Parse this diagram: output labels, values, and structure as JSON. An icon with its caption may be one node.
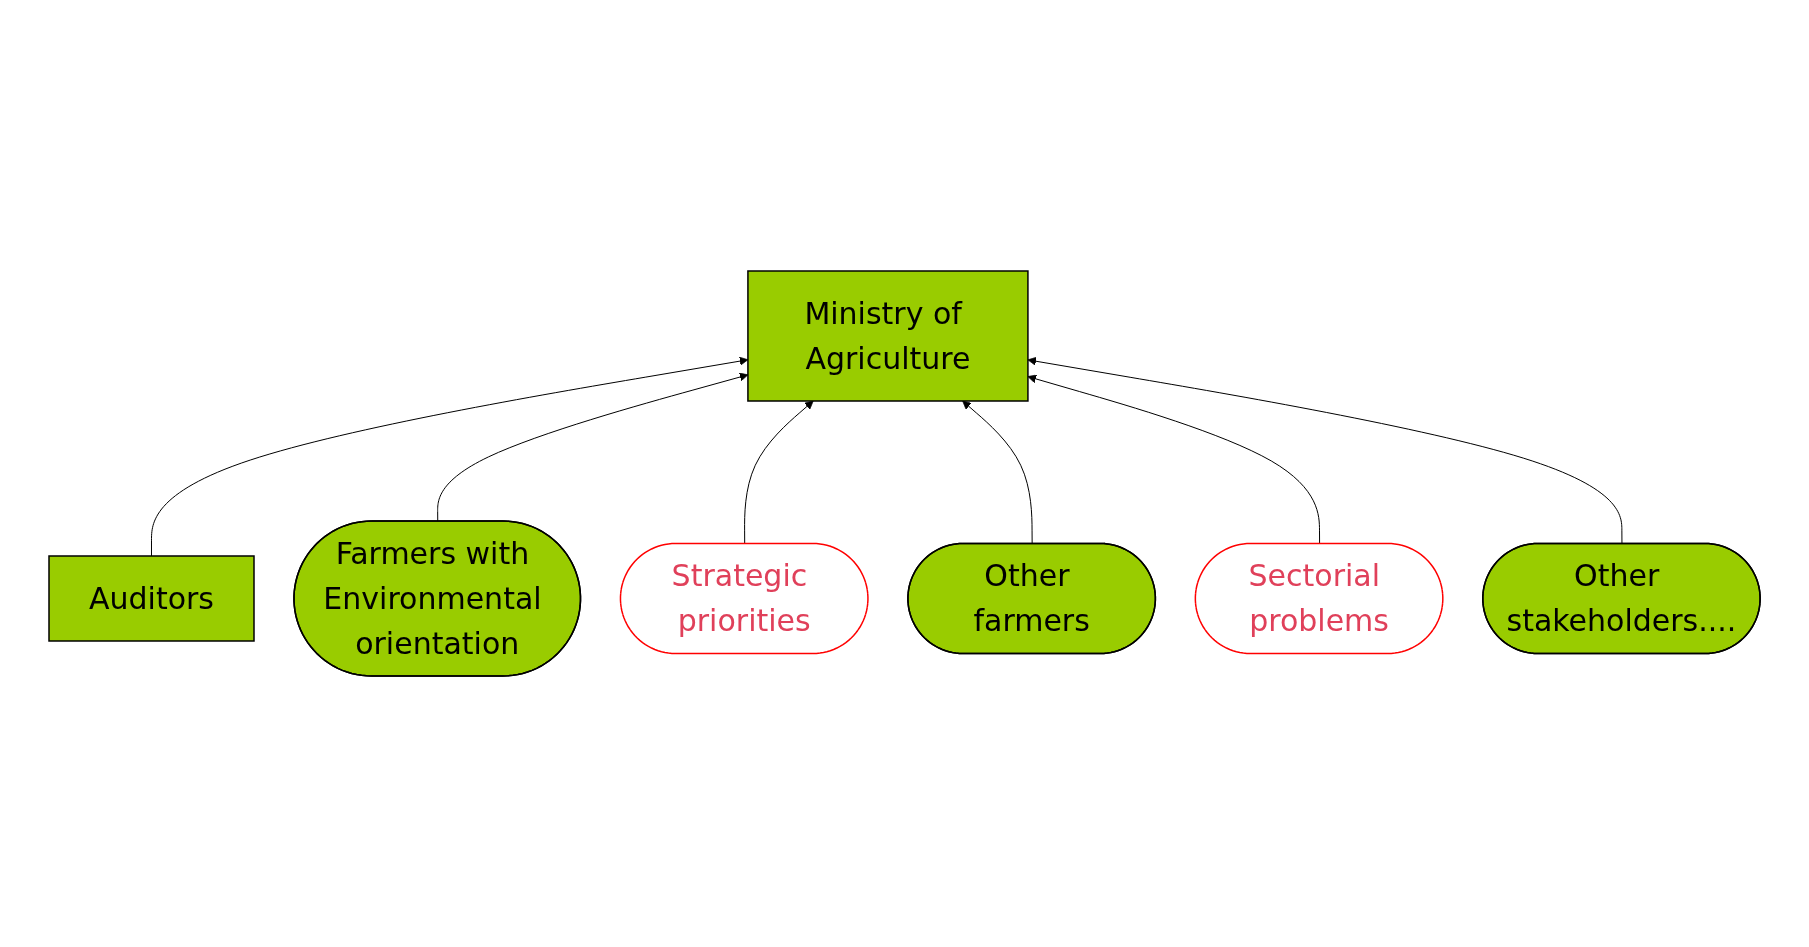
{
  "diagram": {
    "nodes": [
      {
        "text": [
          "Auditors"
        ]
      },
      {
        "text": [
          "Ministry of Agriculture"
        ]
      },
      {
        "text": [
          "Farmers with Environmental orientation"
        ]
      },
      {
        "text": [
          "Strategic priorities"
        ]
      },
      {
        "text": [
          "Other farmers"
        ]
      },
      {
        "text": [
          "Sectorial problems"
        ]
      },
      {
        "text": [
          "Other stakeholders...."
        ]
      }
    ],
    "edges": [
      {
        "from": 0,
        "to": 1,
        "arrow": "to"
      },
      {
        "from": 2,
        "to": 1,
        "arrow": "to"
      },
      {
        "from": 3,
        "to": 1,
        "arrow": "to"
      },
      {
        "from": 4,
        "to": 1,
        "arrow": "to"
      },
      {
        "from": 5,
        "to": 1,
        "arrow": "to"
      },
      {
        "from": 6,
        "to": 1,
        "arrow": "to"
      }
    ]
  }
}
